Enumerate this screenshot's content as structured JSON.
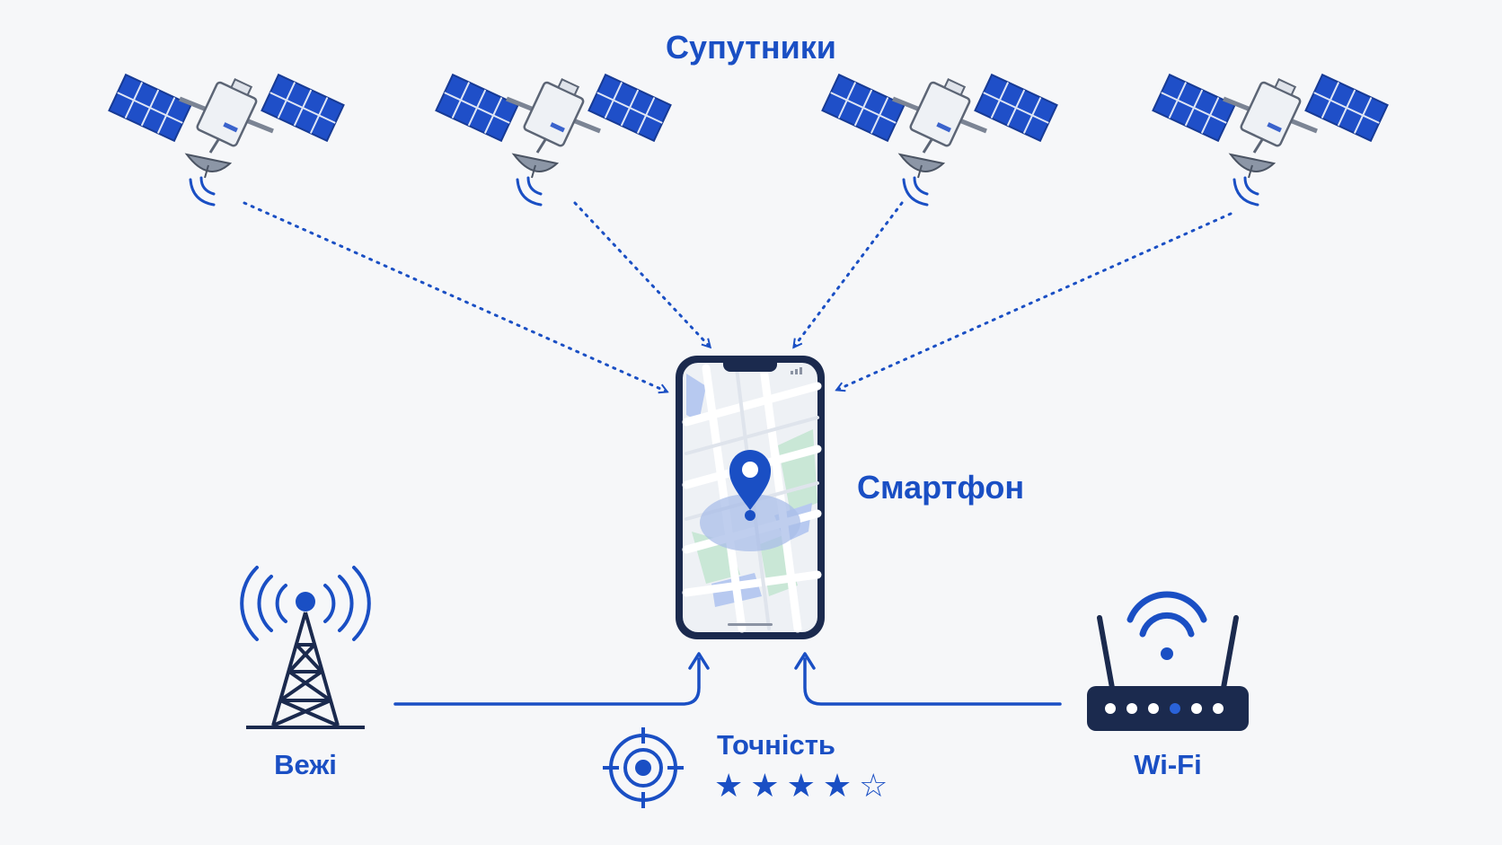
{
  "diagram": {
    "title": "Супутники",
    "phone_label": "Смартфон",
    "tower_label": "Вежі",
    "wifi_label": "Wi-Fi",
    "accuracy": {
      "label": "Точність",
      "rating": 4,
      "max_rating": 5
    },
    "satellites": [
      {
        "icon": "satellite-icon"
      },
      {
        "icon": "satellite-icon"
      },
      {
        "icon": "satellite-icon"
      },
      {
        "icon": "satellite-icon"
      }
    ]
  },
  "colors": {
    "accent": "#1a4fc4",
    "navy": "#1b2a4e",
    "background": "#f6f7f9",
    "map_green": "#c9e7d6",
    "map_water": "#b7c9f0"
  }
}
